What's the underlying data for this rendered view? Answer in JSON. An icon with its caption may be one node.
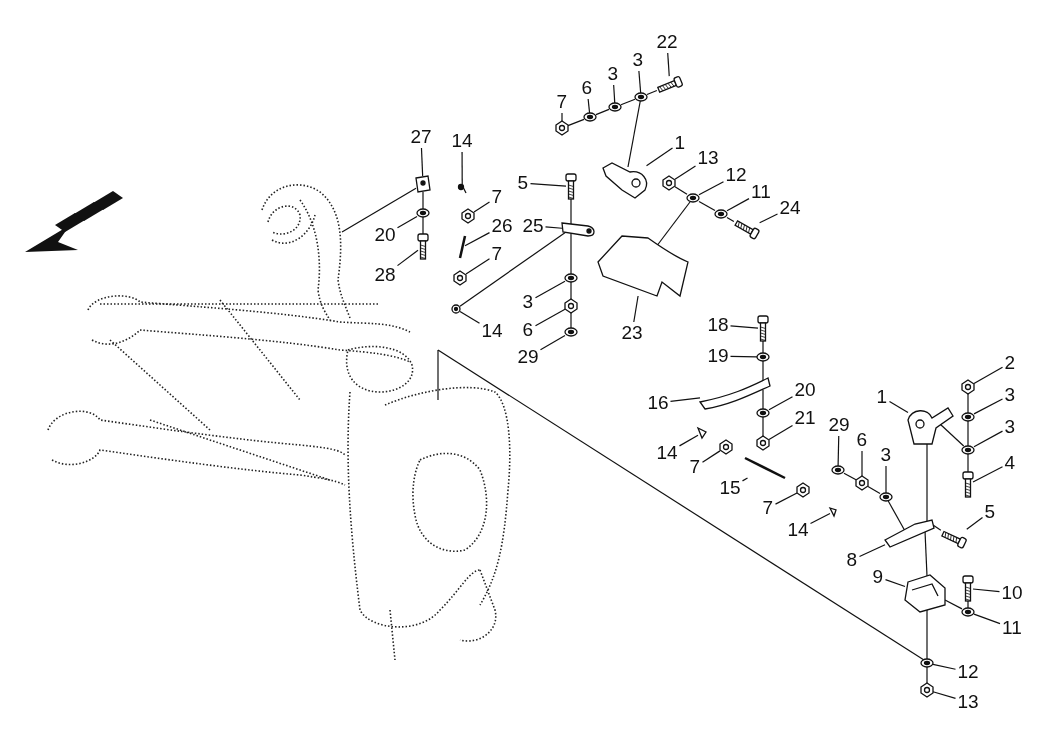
{
  "diagram": {
    "nodes": [
      {
        "text": [
          "7"
        ]
      },
      {
        "text": [
          "6"
        ]
      },
      {
        "text": [
          "3"
        ]
      },
      {
        "text": [
          "3"
        ]
      },
      {
        "text": [
          "22"
        ]
      },
      {
        "text": [
          "1"
        ]
      },
      {
        "text": [
          "13"
        ]
      },
      {
        "text": [
          "12"
        ]
      },
      {
        "text": [
          "11"
        ]
      },
      {
        "text": [
          "24"
        ]
      },
      {
        "text": [
          "5"
        ]
      },
      {
        "text": [
          "25"
        ]
      },
      {
        "text": [
          "27"
        ]
      },
      {
        "text": [
          "14"
        ]
      },
      {
        "text": [
          "7"
        ]
      },
      {
        "text": [
          "20"
        ]
      },
      {
        "text": [
          "26"
        ]
      },
      {
        "text": [
          "28"
        ]
      },
      {
        "text": [
          "7"
        ]
      },
      {
        "text": [
          "14"
        ]
      },
      {
        "text": [
          "3"
        ]
      },
      {
        "text": [
          "6"
        ]
      },
      {
        "text": [
          "29"
        ]
      },
      {
        "text": [
          "23"
        ]
      },
      {
        "text": [
          "18"
        ]
      },
      {
        "text": [
          "19"
        ]
      },
      {
        "text": [
          "16"
        ]
      },
      {
        "text": [
          "20"
        ]
      },
      {
        "text": [
          "21"
        ]
      },
      {
        "text": [
          "14"
        ]
      },
      {
        "text": [
          "7"
        ]
      },
      {
        "text": [
          "15"
        ]
      },
      {
        "text": [
          "7"
        ]
      },
      {
        "text": [
          "14"
        ]
      },
      {
        "text": [
          "29"
        ]
      },
      {
        "text": [
          "6"
        ]
      },
      {
        "text": [
          "3"
        ]
      },
      {
        "text": [
          "1"
        ]
      },
      {
        "text": [
          "2"
        ]
      },
      {
        "text": [
          "3"
        ]
      },
      {
        "text": [
          "3"
        ]
      },
      {
        "text": [
          "4"
        ]
      },
      {
        "text": [
          "5"
        ]
      },
      {
        "text": [
          "8"
        ]
      },
      {
        "text": [
          "9"
        ]
      },
      {
        "text": [
          "10"
        ]
      },
      {
        "text": [
          "11"
        ]
      },
      {
        "text": [
          "12"
        ]
      },
      {
        "text": [
          "13"
        ]
      },
      {
        "text": [],
        "shape": "picture"
      },
      {
        "text": [],
        "shape": "picture"
      },
      {
        "text": [],
        "shape": "picture"
      },
      {
        "text": [],
        "shape": "picture"
      },
      {
        "text": [],
        "shape": "picture"
      },
      {
        "text": [],
        "shape": "picture"
      },
      {
        "text": [],
        "shape": "picture"
      },
      {
        "text": [],
        "shape": "picture"
      },
      {
        "text": [],
        "shape": "picture"
      },
      {
        "text": [],
        "shape": "picture"
      },
      {
        "text": [],
        "shape": "picture"
      },
      {
        "text": [],
        "shape": "picture"
      },
      {
        "text": [],
        "shape": "picture"
      },
      {
        "text": [],
        "shape": "picture"
      },
      {
        "text": [],
        "shape": "picture"
      },
      {
        "text": [],
        "shape": "picture"
      },
      {
        "text": [],
        "shape": "picture"
      },
      {
        "text": [],
        "shape": "picture"
      },
      {
        "text": [],
        "shape": "picture"
      },
      {
        "text": [],
        "shape": "picture"
      },
      {
        "text": [],
        "shape": "picture"
      },
      {
        "text": [],
        "shape": "picture"
      },
      {
        "text": [],
        "shape": "picture"
      },
      {
        "text": [],
        "shape": "picture"
      },
      {
        "text": [],
        "shape": "picture"
      },
      {
        "text": [],
        "shape": "picture"
      },
      {
        "text": [],
        "shape": "picture"
      },
      {
        "text": [],
        "shape": "picture"
      },
      {
        "text": [],
        "shape": "picture"
      },
      {
        "text": [],
        "shape": "picture"
      },
      {
        "text": [],
        "shape": "picture"
      },
      {
        "text": [],
        "shape": "picture"
      },
      {
        "text": [],
        "shape": "picture"
      },
      {
        "text": [],
        "shape": "picture"
      },
      {
        "text": [],
        "shape": "picture"
      },
      {
        "text": [],
        "shape": "picture"
      },
      {
        "text": [],
        "shape": "picture"
      },
      {
        "text": [],
        "shape": "picture"
      },
      {
        "text": [],
        "shape": "picture"
      },
      {
        "text": [],
        "shape": "picture"
      },
      {
        "text": [],
        "shape": "picture"
      },
      {
        "text": [],
        "shape": "picture"
      },
      {
        "text": [],
        "shape": "picture"
      },
      {
        "text": [],
        "shape": "picture"
      },
      {
        "text": [],
        "shape": "picture"
      },
      {
        "text": [],
        "shape": "picture"
      },
      {
        "text": [],
        "shape": "picture"
      },
      {
        "text": [],
        "shape": "picture"
      },
      {
        "text": [],
        "shape": "picture"
      },
      {
        "text": [],
        "shape": "picture"
      },
      {
        "text": [],
        "shape": "picture"
      },
      {
        "text": [],
        "shape": "picture"
      }
    ],
    "edges": [
      {
        "from": 0,
        "to": 49,
        "arrow": "none"
      },
      {
        "from": 1,
        "to": 50,
        "arrow": "none"
      },
      {
        "from": 2,
        "to": 51,
        "arrow": "none"
      },
      {
        "from": 3,
        "to": 52,
        "arrow": "none"
      },
      {
        "from": 4,
        "to": 53,
        "arrow": "none"
      },
      {
        "from": 5,
        "to": 54,
        "arrow": "none"
      },
      {
        "from": 6,
        "to": 55,
        "arrow": "none"
      },
      {
        "from": 7,
        "to": 56,
        "arrow": "none"
      },
      {
        "from": 8,
        "to": 57,
        "arrow": "none"
      },
      {
        "from": 9,
        "to": 58,
        "arrow": "none"
      },
      {
        "from": 10,
        "to": 59,
        "arrow": "none"
      },
      {
        "from": 11,
        "to": 60,
        "arrow": "none"
      },
      {
        "from": 12,
        "to": 61,
        "arrow": "none"
      },
      {
        "from": 13,
        "to": 62,
        "arrow": "none"
      },
      {
        "from": 14,
        "to": 63,
        "arrow": "none"
      },
      {
        "from": 15,
        "to": 64,
        "arrow": "none"
      },
      {
        "from": 16,
        "to": 65,
        "arrow": "none"
      },
      {
        "from": 17,
        "to": 66,
        "arrow": "none"
      },
      {
        "from": 18,
        "to": 67,
        "arrow": "none"
      },
      {
        "from": 19,
        "to": 68,
        "arrow": "none"
      },
      {
        "from": 20,
        "to": 69,
        "arrow": "none"
      },
      {
        "from": 21,
        "to": 70,
        "arrow": "none"
      },
      {
        "from": 22,
        "to": 71,
        "arrow": "none"
      },
      {
        "from": 23,
        "to": 72,
        "arrow": "none"
      },
      {
        "from": 24,
        "to": 73,
        "arrow": "none"
      },
      {
        "from": 25,
        "to": 74,
        "arrow": "none"
      },
      {
        "from": 26,
        "to": 75,
        "arrow": "none"
      },
      {
        "from": 27,
        "to": 76,
        "arrow": "none"
      },
      {
        "from": 28,
        "to": 77,
        "arrow": "none"
      },
      {
        "from": 29,
        "to": 78,
        "arrow": "none"
      },
      {
        "from": 30,
        "to": 79,
        "arrow": "none"
      },
      {
        "from": 31,
        "to": 80,
        "arrow": "none"
      },
      {
        "from": 32,
        "to": 81,
        "arrow": "none"
      },
      {
        "from": 33,
        "to": 82,
        "arrow": "none"
      },
      {
        "from": 34,
        "to": 83,
        "arrow": "none"
      },
      {
        "from": 35,
        "to": 84,
        "arrow": "none"
      },
      {
        "from": 36,
        "to": 85,
        "arrow": "none"
      },
      {
        "from": 37,
        "to": 86,
        "arrow": "none"
      },
      {
        "from": 38,
        "to": 87,
        "arrow": "none"
      },
      {
        "from": 39,
        "to": 88,
        "arrow": "none"
      },
      {
        "from": 40,
        "to": 89,
        "arrow": "none"
      },
      {
        "from": 41,
        "to": 90,
        "arrow": "none"
      },
      {
        "from": 42,
        "to": 91,
        "arrow": "none"
      },
      {
        "from": 43,
        "to": 92,
        "arrow": "none"
      },
      {
        "from": 44,
        "to": 93,
        "arrow": "none"
      },
      {
        "from": 45,
        "to": 94,
        "arrow": "none"
      },
      {
        "from": 46,
        "to": 95,
        "arrow": "none"
      },
      {
        "from": 47,
        "to": 96,
        "arrow": "none"
      },
      {
        "from": 48,
        "to": 97,
        "arrow": "none"
      },
      {
        "from": 49,
        "to": 50,
        "arrow": "none"
      },
      {
        "from": 50,
        "to": 51,
        "arrow": "none"
      },
      {
        "from": 51,
        "to": 52,
        "arrow": "none"
      },
      {
        "from": 52,
        "to": 53,
        "arrow": "none"
      },
      {
        "from": 54,
        "to": 52,
        "arrow": "none"
      },
      {
        "from": 55,
        "to": 56,
        "arrow": "none"
      },
      {
        "from": 56,
        "to": 57,
        "arrow": "none"
      },
      {
        "from": 57,
        "to": 58,
        "arrow": "none"
      },
      {
        "from": 72,
        "to": 56,
        "arrow": "none"
      },
      {
        "from": 59,
        "to": 60,
        "arrow": "none"
      },
      {
        "from": 60,
        "to": 69,
        "arrow": "none"
      },
      {
        "from": 69,
        "to": 70,
        "arrow": "none"
      },
      {
        "from": 70,
        "to": 71,
        "arrow": "none"
      },
      {
        "from": 60,
        "to": 68,
        "arrow": "none"
      },
      {
        "from": 61,
        "to": 64,
        "arrow": "none"
      },
      {
        "from": 64,
        "to": 66,
        "arrow": "none"
      },
      {
        "from": 61,
        "to": 98,
        "arrow": "none"
      },
      {
        "from": 73,
        "to": 74,
        "arrow": "none"
      },
      {
        "from": 74,
        "to": 75,
        "arrow": "none"
      },
      {
        "from": 75,
        "to": 76,
        "arrow": "none"
      },
      {
        "from": 76,
        "to": 77,
        "arrow": "none"
      },
      {
        "from": 83,
        "to": 84,
        "arrow": "none"
      },
      {
        "from": 84,
        "to": 85,
        "arrow": "none"
      },
      {
        "from": 85,
        "to": 92,
        "arrow": "none"
      },
      {
        "from": 92,
        "to": 91,
        "arrow": "none"
      },
      {
        "from": 87,
        "to": 88,
        "arrow": "none"
      },
      {
        "from": 88,
        "to": 89,
        "arrow": "none"
      },
      {
        "from": 89,
        "to": 90,
        "arrow": "none"
      },
      {
        "from": 89,
        "to": 86,
        "arrow": "none"
      },
      {
        "from": 86,
        "to": 92,
        "arrow": "none"
      },
      {
        "from": 92,
        "to": 93,
        "arrow": "none"
      },
      {
        "from": 93,
        "to": 96,
        "arrow": "none"
      },
      {
        "from": 96,
        "to": 97,
        "arrow": "none"
      },
      {
        "from": 94,
        "to": 95,
        "arrow": "none"
      },
      {
        "from": 95,
        "to": 93,
        "arrow": "none"
      },
      {
        "from": 100,
        "to": 96,
        "arrow": "none"
      }
    ]
  }
}
